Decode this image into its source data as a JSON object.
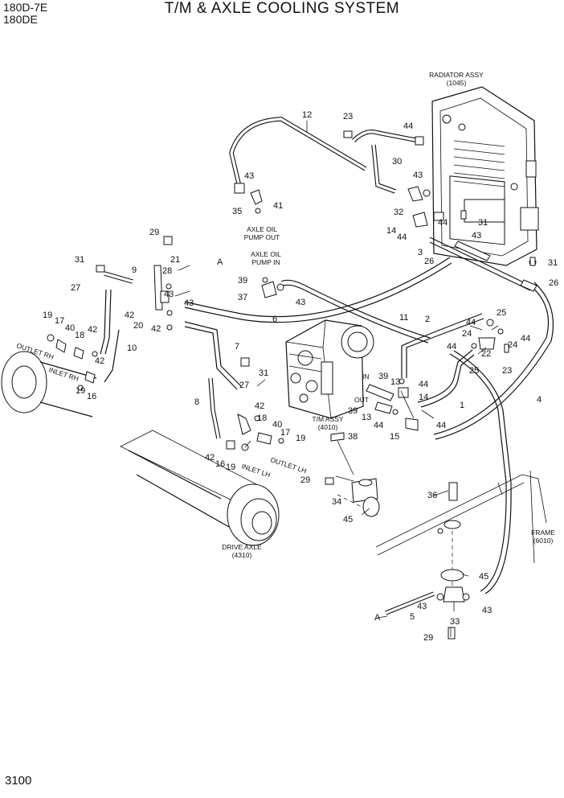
{
  "header": {
    "model_line1": "180D-7E",
    "model_line2": "180DE",
    "title": "T/M & AXLE COOLING SYSTEM",
    "page_number": "3100"
  },
  "captions": {
    "radiator": [
      "RADIATOR ASSY",
      "(1045)"
    ],
    "pump_out": [
      "AXLE OIL",
      "PUMP OUT"
    ],
    "pump_in": [
      "AXLE OIL",
      "PUMP IN"
    ],
    "tm_assy": [
      "T/M ASSY",
      "(4010)"
    ],
    "drive_axle": [
      "DRIVE AXLE",
      "(4310)"
    ],
    "frame": [
      "FRAME",
      "(6010)"
    ],
    "port_in": "IN",
    "port_out": "OUT"
  },
  "ref_A": "A",
  "callouts": [
    "1",
    "2",
    "3",
    "4",
    "5",
    "6",
    "7",
    "8",
    "9",
    "10",
    "11",
    "12",
    "13",
    "14",
    "15",
    "16",
    "17",
    "18",
    "19",
    "20",
    "21",
    "22",
    "23",
    "24",
    "25",
    "26",
    "27",
    "28",
    "29",
    "30",
    "31",
    "32",
    "33",
    "34",
    "35",
    "36",
    "37",
    "38",
    "39",
    "40",
    "41",
    "42",
    "43",
    "44",
    "45"
  ]
}
